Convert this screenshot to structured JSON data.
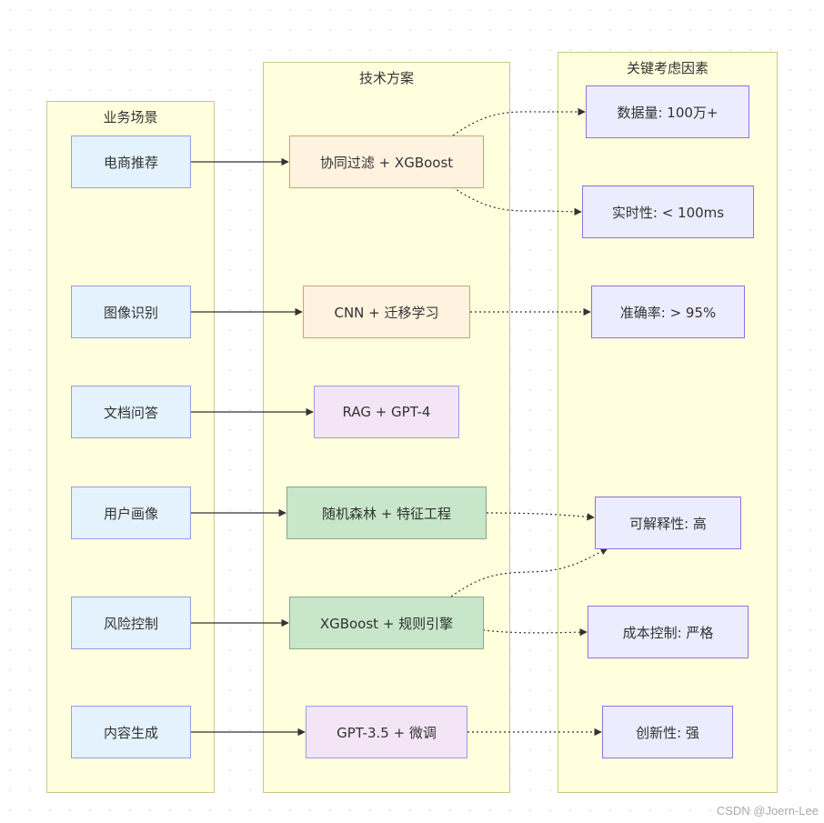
{
  "clusters": {
    "scenarios": "业务场景",
    "tech": "技术方案",
    "factors": "关键考虑因素"
  },
  "scenarios": [
    "电商推荐",
    "图像识别",
    "文档问答",
    "用户画像",
    "风险控制",
    "内容生成"
  ],
  "tech": [
    "协同过滤 + XGBoost",
    "CNN + 迁移学习",
    "RAG + GPT-4",
    "随机森林 + 特征工程",
    "XGBoost + 规则引擎",
    "GPT-3.5 + 微调"
  ],
  "factors": [
    "数据量: 100万+",
    "实时性: < 100ms",
    "准确率: > 95%",
    "可解释性: 高",
    "成本控制: 严格",
    "创新性: 强"
  ],
  "watermark": "CSDN @Joern-Lee",
  "colors": {
    "cluster_fill": "#ffffde",
    "scenario_fill": "#e3f2fd",
    "tech_orange": "#fff3e0",
    "tech_purple": "#f3e5f5",
    "tech_green": "#c8e6c9",
    "factor_fill": "#ececff"
  }
}
